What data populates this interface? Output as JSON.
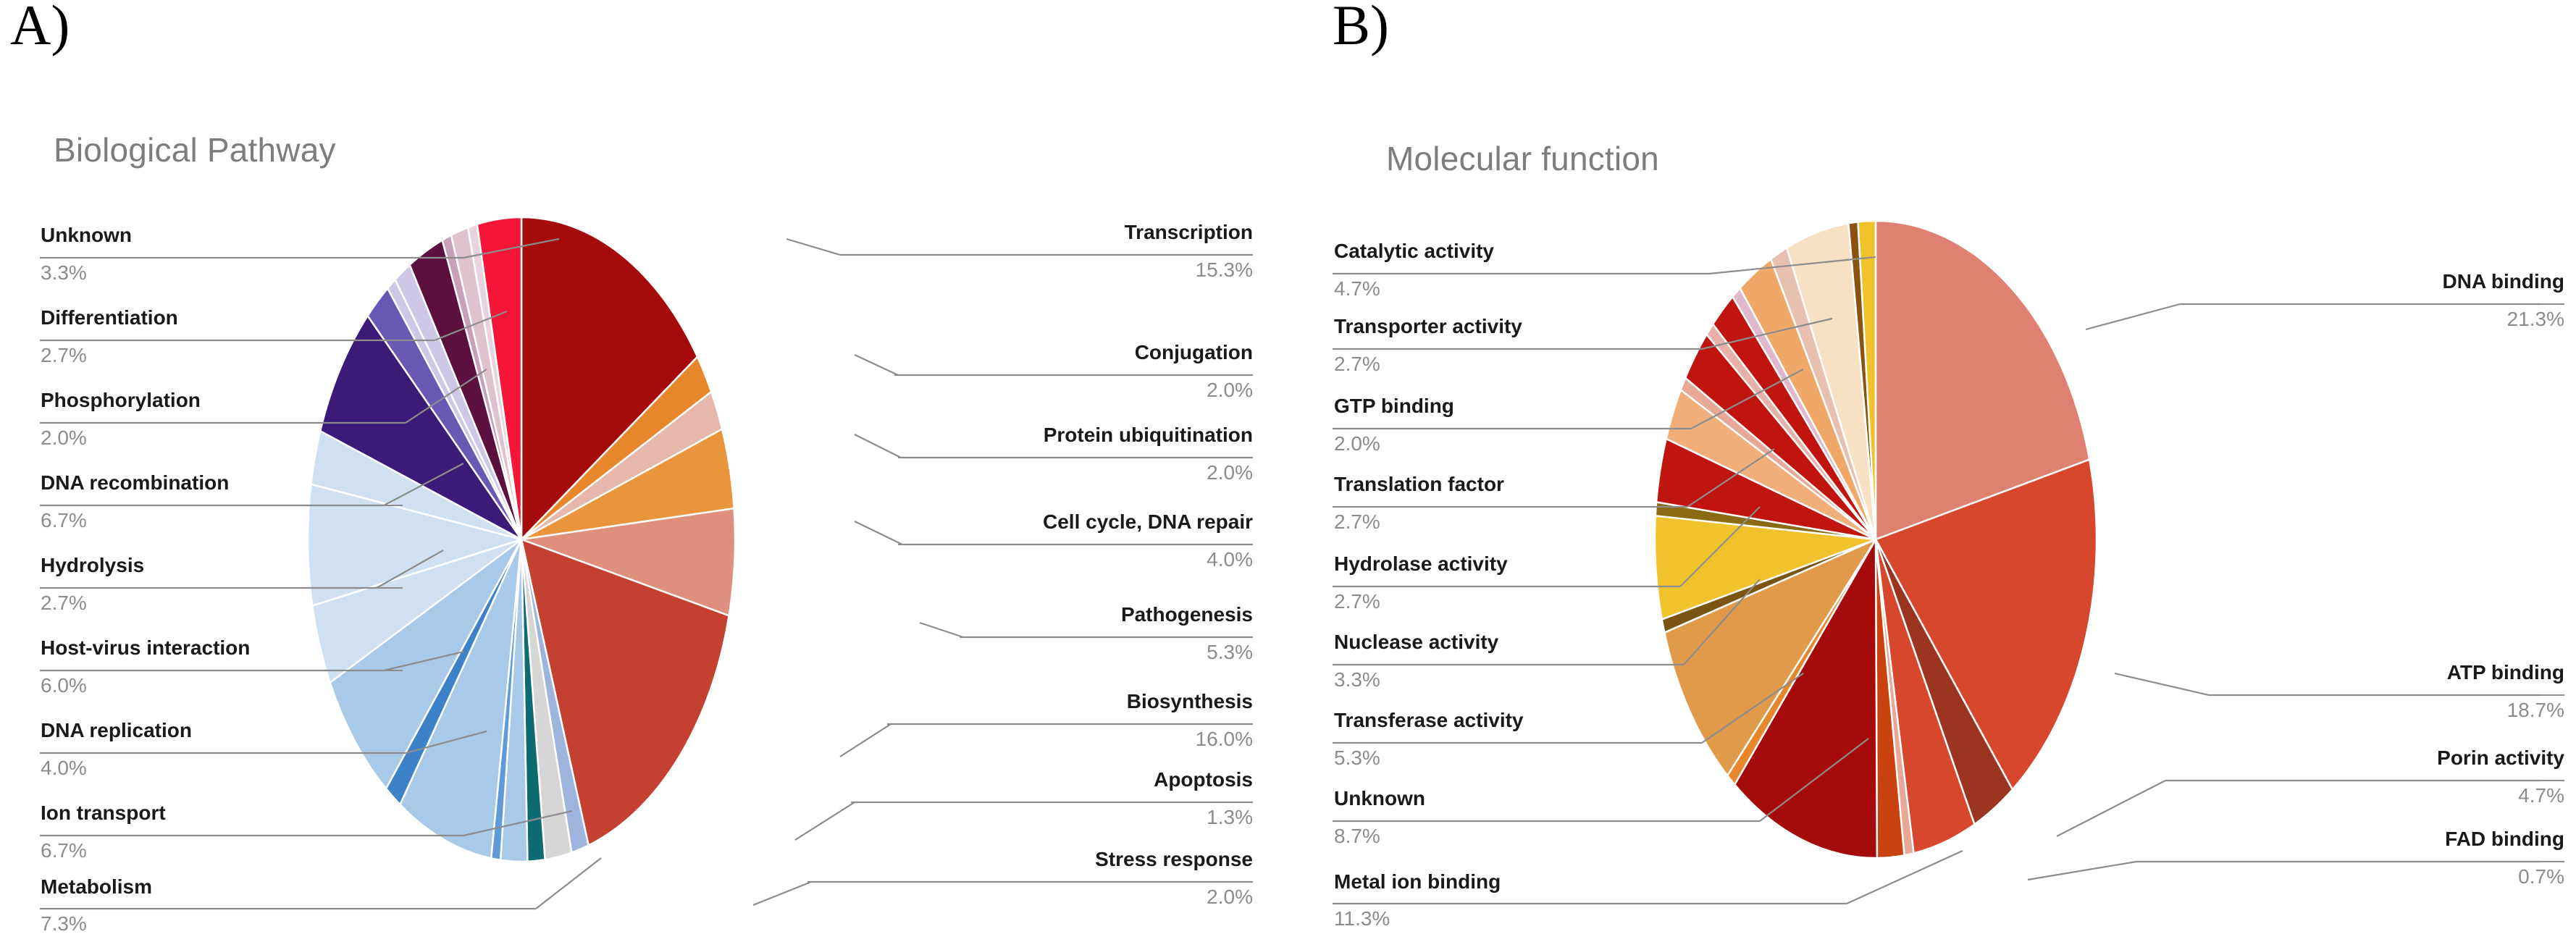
{
  "panels": [
    {
      "letter": "A)",
      "title": "Biological Pathway",
      "left_labels": [
        {
          "label": "Unknown",
          "pct": "3.3%"
        },
        {
          "label": "Differentiation",
          "pct": "2.7%"
        },
        {
          "label": "Phosphorylation",
          "pct": "2.0%"
        },
        {
          "label": "DNA recombination",
          "pct": "6.7%"
        },
        {
          "label": "Hydrolysis",
          "pct": "2.7%"
        },
        {
          "label": "Host-virus interaction",
          "pct": "6.0%"
        },
        {
          "label": "DNA replication",
          "pct": "4.0%"
        },
        {
          "label": "Ion transport",
          "pct": "6.7%"
        },
        {
          "label": "Metabolism",
          "pct": "7.3%"
        }
      ],
      "right_labels": [
        {
          "label": "Transcription",
          "pct": "15.3%"
        },
        {
          "label": "Conjugation",
          "pct": "2.0%"
        },
        {
          "label": "Protein ubiquitination",
          "pct": "2.0%"
        },
        {
          "label": "Cell cycle, DNA repair",
          "pct": "4.0%"
        },
        {
          "label": "Pathogenesis",
          "pct": "5.3%"
        },
        {
          "label": "Biosynthesis",
          "pct": "16.0%"
        },
        {
          "label": "Apoptosis",
          "pct": "1.3%"
        },
        {
          "label": "Stress response",
          "pct": "2.0%"
        }
      ]
    },
    {
      "letter": "B)",
      "title": "Molecular function",
      "left_labels": [
        {
          "label": "Catalytic activity",
          "pct": "4.7%"
        },
        {
          "label": "Transporter activity",
          "pct": "2.7%"
        },
        {
          "label": "GTP binding",
          "pct": "2.0%"
        },
        {
          "label": "Translation factor",
          "pct": "2.7%"
        },
        {
          "label": "Hydrolase activity",
          "pct": "2.7%"
        },
        {
          "label": "Nuclease activity",
          "pct": "3.3%"
        },
        {
          "label": "Transferase activity",
          "pct": "5.3%"
        },
        {
          "label": "Unknown",
          "pct": "8.7%"
        },
        {
          "label": "Metal ion binding",
          "pct": "11.3%"
        }
      ],
      "right_labels": [
        {
          "label": "DNA binding",
          "pct": "21.3%"
        },
        {
          "label": "ATP binding",
          "pct": "18.7%"
        },
        {
          "label": "Porin activity",
          "pct": "4.7%"
        },
        {
          "label": "FAD binding",
          "pct": "0.7%"
        }
      ]
    }
  ],
  "chart_data": [
    {
      "type": "pie",
      "title": "Biological Pathway",
      "panel": "A",
      "unit": "percent",
      "start_angle_deg": 0,
      "direction": "clockwise",
      "categories": [
        "Transcription",
        "Conjugation",
        "Protein ubiquitination",
        "Cell cycle, DNA repair",
        "Pathogenesis",
        "Biosynthesis",
        "Apoptosis",
        "Stress response",
        "(unlabeled a1)",
        "(unlabeled a2)",
        "(unlabeled a3)",
        "Metabolism",
        "(unlabeled a4)",
        "Ion transport",
        "DNA replication",
        "Host-virus interaction",
        "Hydrolysis",
        "DNA recombination",
        "Phosphorylation",
        "(unlabeled a5)",
        "(unlabeled a6)",
        "Differentiation",
        "(unlabeled a7)",
        "(unlabeled a8)",
        "(unlabeled a9)",
        "Unknown"
      ],
      "values": [
        15.3,
        2.0,
        2.0,
        4.0,
        5.3,
        16.0,
        1.3,
        2.0,
        1.3,
        2.0,
        0.7,
        7.3,
        1.3,
        6.7,
        4.0,
        6.0,
        2.7,
        6.7,
        2.0,
        0.7,
        1.3,
        2.7,
        0.7,
        1.3,
        0.7,
        3.3
      ],
      "colors": [
        "#a60b0b",
        "#e8862c",
        "#e8b7ac",
        "#e8953c",
        "#df8f7d",
        "#c44030",
        "#9fb4dc",
        "#d6d6d6",
        "#0f6b72",
        "#a9c9e8",
        "#5f9bd8",
        "#a9c9e8",
        "#3d82c8",
        "#a9c9e8",
        "#cfe0f2",
        "#cfe0f2",
        "#cfe0f2",
        "#3b1a78",
        "#6a58b5",
        "#cfc7e8",
        "#cfc7e8",
        "#5b1040",
        "#c9a0b8",
        "#e0c2cf",
        "#e8d4de",
        "#f51537"
      ],
      "legend_position": "outside-callouts",
      "grid": false
    },
    {
      "type": "pie",
      "title": "Molecular function",
      "panel": "B",
      "unit": "percent",
      "start_angle_deg": 0,
      "direction": "clockwise",
      "categories": [
        "DNA binding",
        "ATP binding",
        "(unlabeled b1)",
        "Porin activity",
        "FAD binding",
        "(unlabeled b2)",
        "Metal ion binding",
        "(unlabeled b3)",
        "Unknown",
        "(unlabeled b4)",
        "Transferase activity",
        "(unlabeled b5)",
        "Nuclease activity",
        "Hydrolase activity",
        "(unlabeled b6)",
        "Translation factor",
        "(unlabeled b7)",
        "GTP binding",
        "(unlabeled b8)",
        "Transporter activity",
        "(unlabeled b9)",
        "Catalytic activity",
        "(unlabeled b10)",
        "(unlabeled b11)"
      ],
      "values": [
        21.3,
        18.7,
        3.3,
        4.7,
        0.7,
        2.0,
        11.3,
        0.7,
        8.7,
        0.7,
        5.3,
        0.7,
        3.3,
        2.7,
        0.7,
        2.7,
        0.7,
        2.0,
        0.7,
        2.7,
        1.3,
        4.7,
        0.7,
        1.3
      ],
      "colors": [
        "#df8170",
        "#d6472e",
        "#9c3520",
        "#d6472e",
        "#e8a898",
        "#c9420f",
        "#a60b0b",
        "#e8862c",
        "#e09a4a",
        "#7a5410",
        "#f0c22c",
        "#8a6a12",
        "#c0150f",
        "#f0ae7a",
        "#e8a898",
        "#c0150f",
        "#e8b0a8",
        "#c0150f",
        "#e0b8cc",
        "#f0a868",
        "#e8c0b0",
        "#f7e0c4",
        "#8a5410",
        "#f0c22c"
      ],
      "legend_position": "outside-callouts",
      "grid": false
    }
  ]
}
